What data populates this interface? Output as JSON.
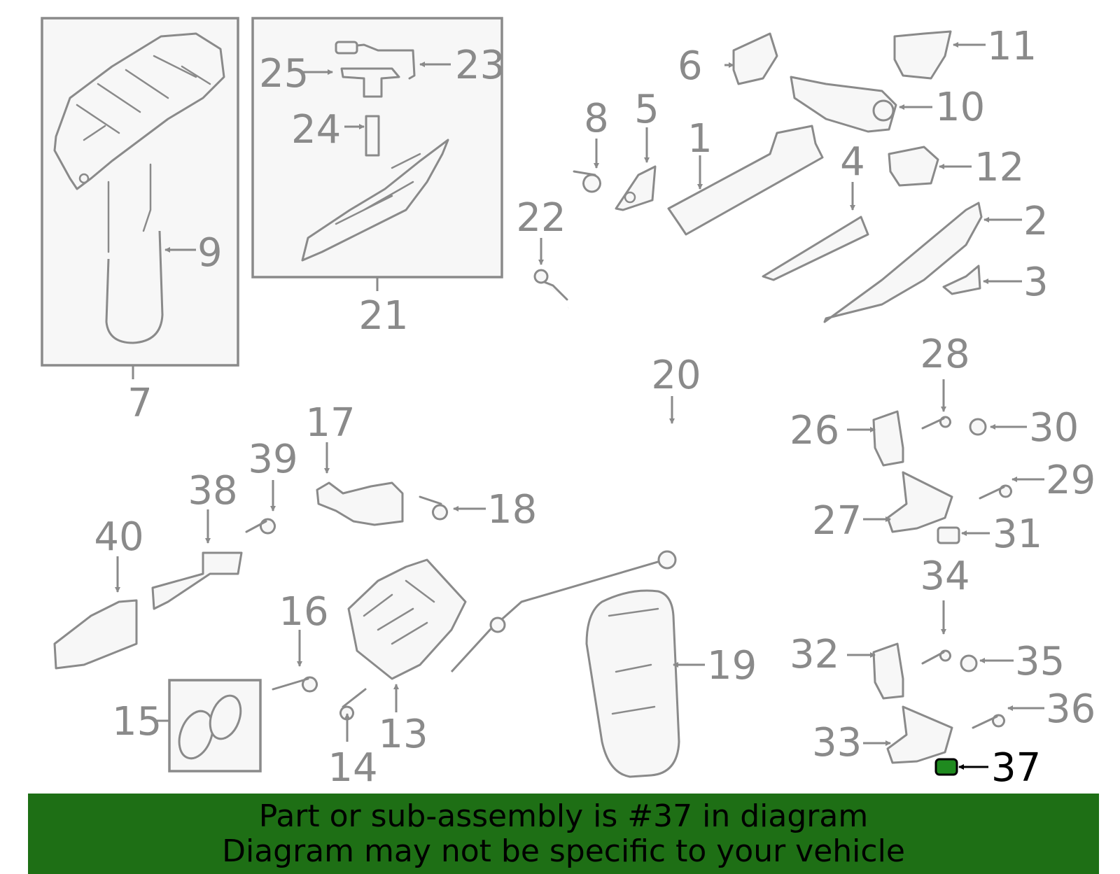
{
  "diagram": {
    "callouts": {
      "c1": "1",
      "c2": "2",
      "c3": "3",
      "c4": "4",
      "c5": "5",
      "c6": "6",
      "c7": "7",
      "c8": "8",
      "c9": "9",
      "c10": "10",
      "c11": "11",
      "c12": "12",
      "c13": "13",
      "c14": "14",
      "c15": "15",
      "c16": "16",
      "c17": "17",
      "c18": "18",
      "c19": "19",
      "c20": "20",
      "c21": "21",
      "c22": "22",
      "c23": "23",
      "c24": "24",
      "c25": "25",
      "c26": "26",
      "c27": "27",
      "c28": "28",
      "c29": "29",
      "c30": "30",
      "c31": "31",
      "c32": "32",
      "c33": "33",
      "c34": "34",
      "c35": "35",
      "c36": "36",
      "c37": "37",
      "c38": "38",
      "c39": "39",
      "c40": "40"
    },
    "highlighted_part": "37",
    "highlight_color": "#1f8a1f",
    "line_color": "#8a8a8a"
  },
  "banner": {
    "line1": "Part or sub-assembly is #37 in diagram",
    "line2": "Diagram may not be specific to your vehicle",
    "background": "#1e6f15"
  }
}
